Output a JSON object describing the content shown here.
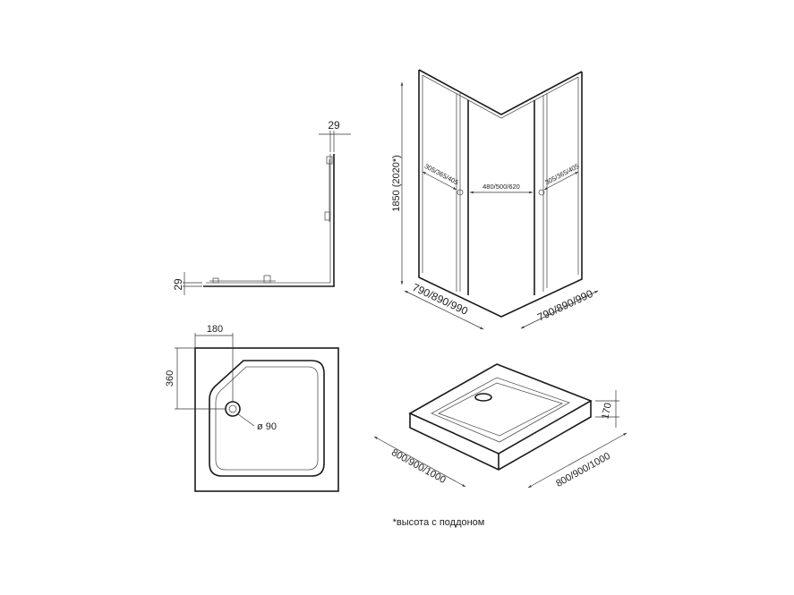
{
  "plan_view": {
    "dim_top": "29",
    "dim_left": "29"
  },
  "cabin": {
    "height": "1850  (2020*)",
    "left_width": "790/890/990",
    "right_width": "790/890/990",
    "left_opening": "305/365/405",
    "center_opening": "480/500/620",
    "right_opening": "305/365/405"
  },
  "tray_plan": {
    "dim_x": "180",
    "dim_y": "360",
    "drain": "ø 90"
  },
  "tray_3d": {
    "left_size": "800/900/1000",
    "right_size": "800/900/1000",
    "height": "170"
  },
  "footnote": "*высота с поддоном"
}
